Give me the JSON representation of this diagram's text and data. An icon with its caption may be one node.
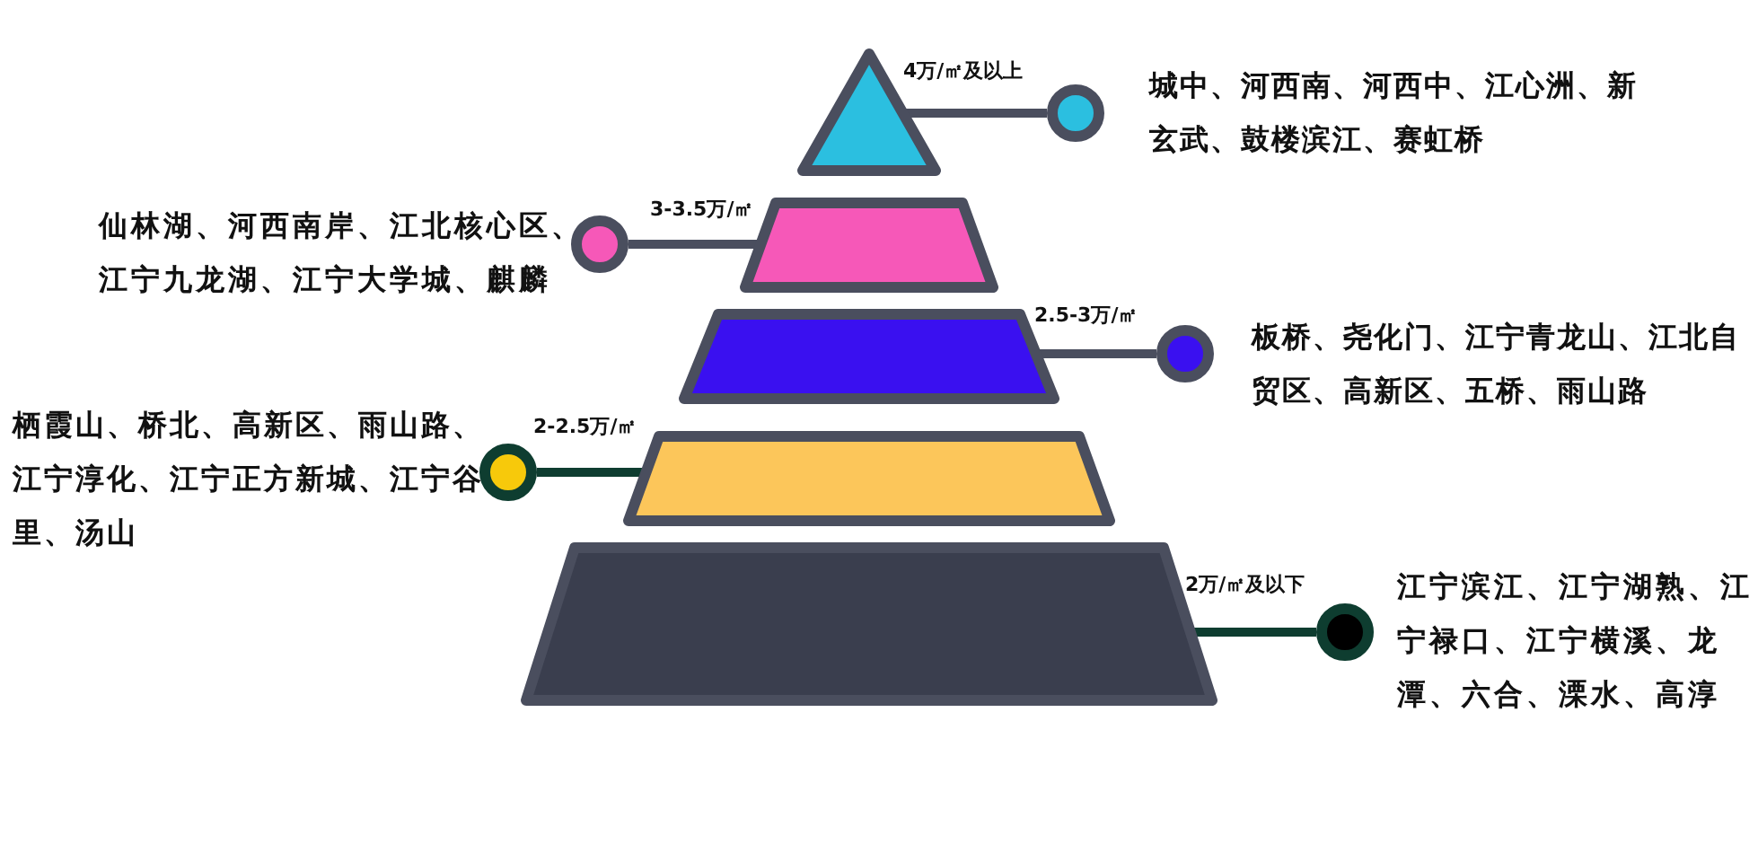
{
  "diagram": {
    "nodes": [
      {
        "text": [],
        "shape": "triangle",
        "beside": [
          "4万/㎡及以上"
        ]
      },
      {
        "text": [],
        "shape": "circle",
        "beside": [
          "城中、河西南、河西中、江心洲、新玄武、鼓楼滨江、赛虹桥"
        ]
      },
      {
        "text": [],
        "shape": "trapezoid",
        "beside": [
          "3-3.5万/㎡"
        ]
      },
      {
        "text": [],
        "shape": "circle",
        "beside": [
          "仙林湖、河西南岸、江北核心区、江宁九龙湖、江宁大学城、麒麟"
        ]
      },
      {
        "text": [],
        "shape": "trapezoid",
        "beside": [
          "2.5-3万/㎡"
        ]
      },
      {
        "text": [],
        "shape": "circle",
        "beside": [
          "板桥、尧化门、江宁青龙山、江北自贸区、高新区、五桥、雨山路"
        ]
      },
      {
        "text": [],
        "shape": "trapezoid",
        "beside": [
          "2-2.5万/㎡"
        ]
      },
      {
        "text": [],
        "shape": "circle",
        "beside": [
          "栖霞山、桥北、高新区、雨山路、江宁淳化、江宁正方新城、江宁谷里、汤山"
        ]
      },
      {
        "text": [],
        "shape": "trapezoid",
        "beside": [
          "2万/㎡及以下"
        ]
      },
      {
        "text": [],
        "shape": "circle",
        "beside": [
          "江宁滨江、江宁湖熟、江宁禄口、江宁横溪、龙潭、六合、溧水、高淳"
        ]
      }
    ],
    "edges": [
      {
        "from": 0,
        "to": 1,
        "arrow": "none"
      },
      {
        "from": 2,
        "to": 3,
        "arrow": "none"
      },
      {
        "from": 4,
        "to": 5,
        "arrow": "none"
      },
      {
        "from": 6,
        "to": 7,
        "arrow": "none",
        "color": "#0e3d30"
      },
      {
        "from": 8,
        "to": 9,
        "arrow": "none",
        "color": "#0e3d30"
      }
    ]
  }
}
